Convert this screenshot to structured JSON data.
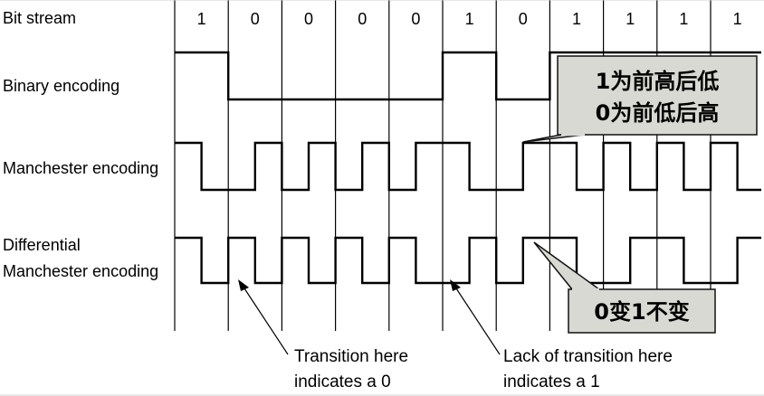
{
  "rows": {
    "bit_stream": "Bit stream",
    "binary": "Binary encoding",
    "manchester": "Manchester encoding",
    "differential_1": "Differential",
    "differential_2": "Manchester encoding"
  },
  "bits": [
    "1",
    "0",
    "0",
    "0",
    "0",
    "1",
    "0",
    "1",
    "1",
    "1",
    "1"
  ],
  "callouts": {
    "manchester_rule_line1": "1为前高后低",
    "manchester_rule_line2": "0为前低后高",
    "differential_rule": "0变1不变"
  },
  "annotations": {
    "transition_line1": "Transition here",
    "transition_line2": "indicates a 0",
    "lack_line1": "Lack of transition here",
    "lack_line2": "indicates a 1"
  }
}
